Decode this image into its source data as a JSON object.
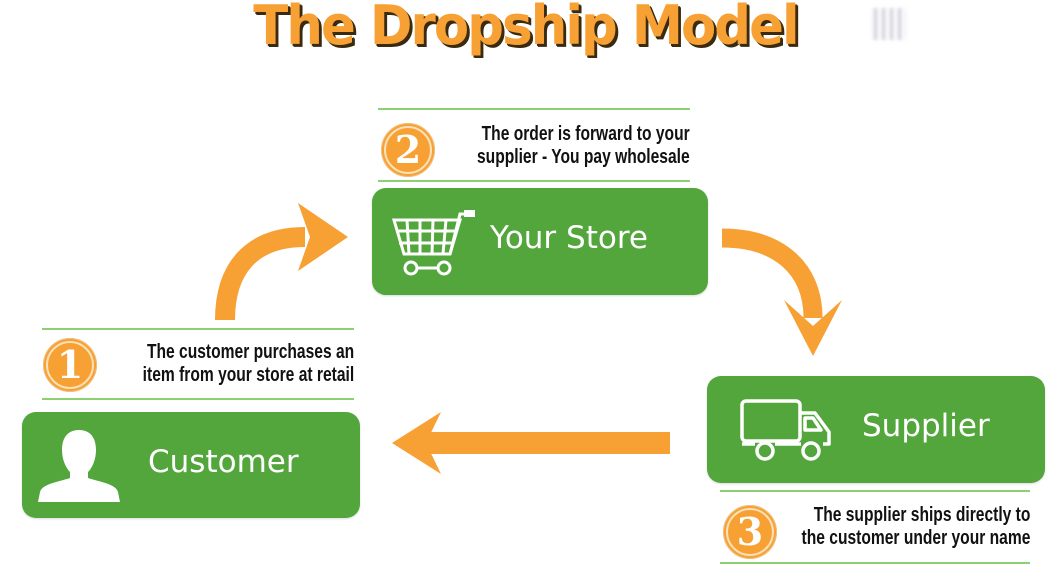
{
  "title": "The Dropship Model",
  "colors": {
    "accent_orange": "#f7a033",
    "box_green": "#52a63b",
    "divider_green": "#8fcf73",
    "text_dark": "#111111",
    "box_text": "#ffffff"
  },
  "nodes": [
    {
      "id": "customer",
      "label": "Customer",
      "icon": "person-icon"
    },
    {
      "id": "store",
      "label": "Your Store",
      "icon": "shopping-cart-icon"
    },
    {
      "id": "supplier",
      "label": "Supplier",
      "icon": "delivery-truck-icon"
    }
  ],
  "steps": [
    {
      "number": "1",
      "line1": "The customer purchases an",
      "line2": "item from your store at retail"
    },
    {
      "number": "2",
      "line1": "The order is forward to your",
      "line2": "supplier - You pay wholesale"
    },
    {
      "number": "3",
      "line1": "The supplier ships directly to",
      "line2": "the customer under your name"
    }
  ],
  "flow": [
    {
      "from": "customer",
      "to": "store",
      "arrow": "curved-up-right"
    },
    {
      "from": "store",
      "to": "supplier",
      "arrow": "curved-down"
    },
    {
      "from": "supplier",
      "to": "customer",
      "arrow": "straight-left"
    }
  ]
}
